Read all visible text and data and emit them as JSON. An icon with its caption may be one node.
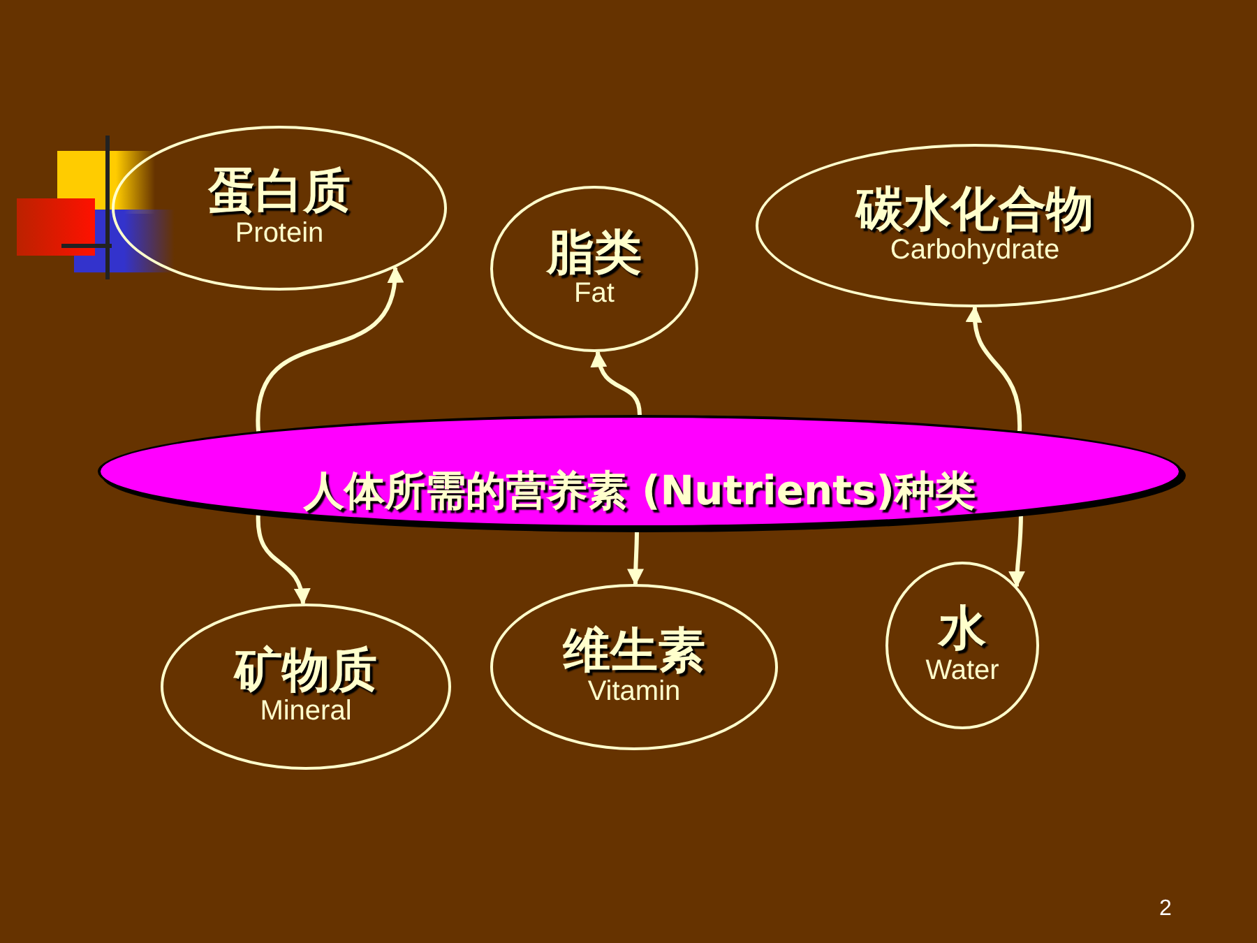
{
  "diagram": {
    "nodes": [
      {
        "text": [
          "蛋白质",
          "Protein"
        ]
      },
      {
        "text": [
          "脂类",
          "Fat"
        ]
      },
      {
        "text": [
          "碳水化合物",
          "Carbohydrate"
        ]
      },
      {
        "text": [
          "人体所需的营养素 (Nutrients)种类"
        ]
      },
      {
        "text": [
          "矿物质",
          "Mineral"
        ]
      },
      {
        "text": [
          "维生素",
          "Vitamin"
        ]
      },
      {
        "text": [
          "水",
          "Water"
        ]
      }
    ],
    "edges": [
      {
        "from": 3,
        "to": 0,
        "arrow": "to"
      },
      {
        "from": 3,
        "to": 4,
        "arrow": "to"
      },
      {
        "from": 3,
        "to": 1,
        "arrow": "to"
      },
      {
        "from": 3,
        "to": 5,
        "arrow": "to"
      },
      {
        "from": 3,
        "to": 2,
        "arrow": "to"
      },
      {
        "from": 3,
        "to": 6,
        "arrow": "to"
      }
    ],
    "labels": [
      "2"
    ]
  }
}
